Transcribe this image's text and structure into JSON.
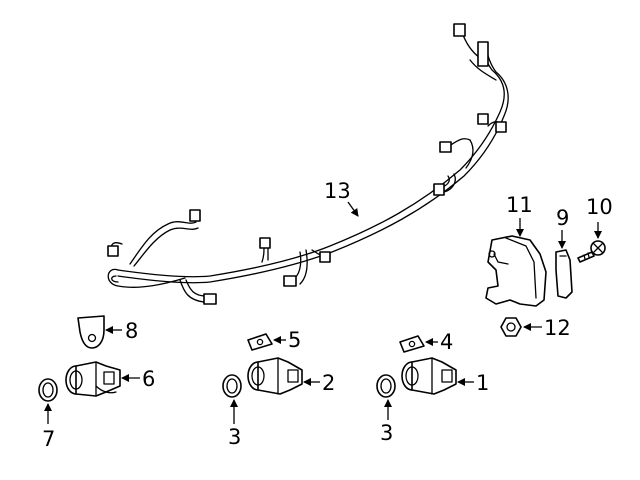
{
  "diagram": {
    "callouts": [
      "1",
      "2",
      "3",
      "3",
      "4",
      "5",
      "6",
      "7",
      "8",
      "9",
      "10",
      "11",
      "12",
      "13"
    ]
  }
}
